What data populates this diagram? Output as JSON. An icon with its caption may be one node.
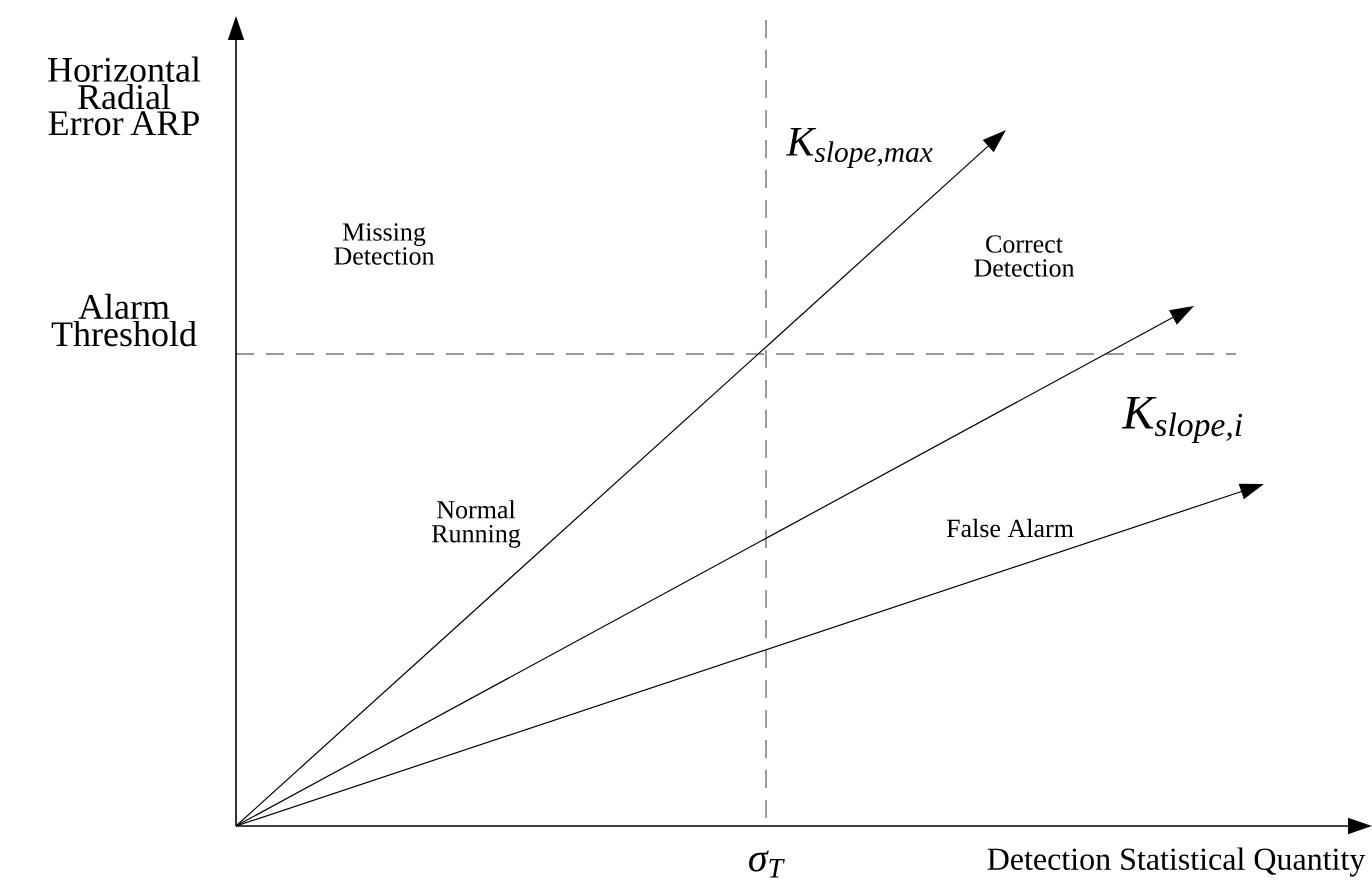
{
  "diagram": {
    "labels": [
      "Horizontal Radial Error ARP",
      "K$_{slope,max}$",
      "Missing Detection",
      "Correct Detection",
      "Alarm Threshold",
      "K$_{slope,i}$",
      "Normal Running",
      "False Alarm",
      "σ$_{T}$",
      "Detection Statistical Quantity"
    ]
  }
}
